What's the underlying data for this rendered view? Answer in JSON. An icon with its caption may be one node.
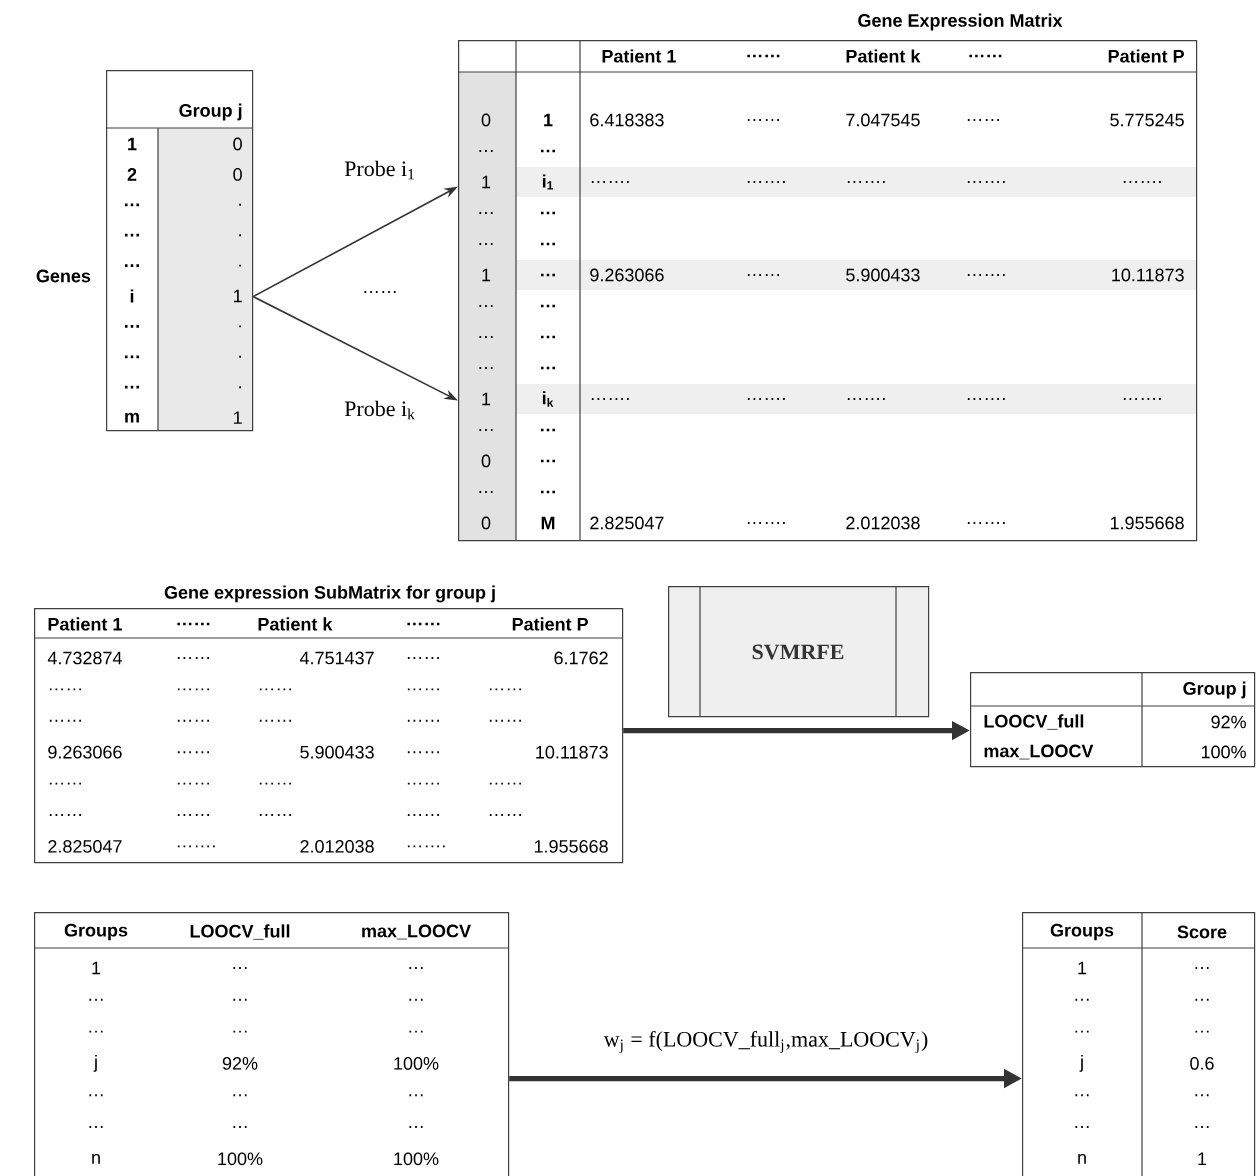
{
  "diagram": {
    "nodes": [
      {
        "text": [
          "Group j",
          "1",
          "0",
          "2",
          "0",
          "…",
          ".",
          "…",
          ".",
          "…",
          ".",
          "i",
          "1",
          "…",
          ".",
          "…",
          ".",
          "…",
          ".",
          "m",
          "1"
        ],
        "beside": [
          "Genes"
        ]
      },
      {
        "text": [
          "Gene Expression Matrix",
          "Patient 1",
          "……",
          "Patient k",
          "……",
          "Patient P",
          "0",
          "1",
          "6.418383",
          "……",
          "7.047545",
          "……",
          "5.775245",
          "…",
          "…",
          "1",
          "i$_{1}$",
          "…….",
          "…….",
          "…….",
          "…….",
          "…….",
          "…",
          "…",
          "…",
          "…",
          "1",
          "…",
          "9.263066",
          "……",
          "5.900433",
          "…….",
          "10.11873",
          "…",
          "…",
          "…",
          "…",
          "…",
          "…",
          "1",
          "i$_{k}$",
          "…….",
          "…….",
          "…….",
          "…….",
          "…….",
          "…",
          "…",
          "0",
          "…",
          "…",
          "…",
          "0",
          "M",
          "2.825047",
          "…….",
          "2.012038",
          "…….",
          "1.955668"
        ]
      },
      {
        "text": [
          "Gene expression SubMatrix for group j",
          "Patient 1",
          "……",
          "Patient k",
          "……",
          "Patient P",
          "4.732874",
          "……",
          "4.751437",
          "……",
          "6.1762",
          "……",
          "……",
          "……",
          "……",
          "……",
          "……",
          "……",
          "……",
          "……",
          "……",
          "9.263066",
          "……",
          "5.900433",
          "……",
          "10.11873",
          "……",
          "……",
          "……",
          "……",
          "……",
          "……",
          "……",
          "……",
          "……",
          "……",
          "2.825047",
          "…….",
          "2.012038",
          "…….",
          "1.955668"
        ]
      },
      {
        "text": [
          "SVMRFE"
        ]
      },
      {
        "text": [
          "Group j",
          "LOOCV_full",
          "92%",
          "max_LOOCV",
          "100%"
        ]
      },
      {
        "text": [
          "Groups",
          "LOOCV_full",
          "max_LOOCV",
          "1",
          "…",
          "…",
          "…",
          "…",
          "…",
          "…",
          "…",
          "…",
          "j",
          "92%",
          "100%",
          "…",
          "…",
          "…",
          "…",
          "…",
          "…",
          "n",
          "100%",
          "100%"
        ]
      },
      {
        "text": [
          "Groups",
          "Score",
          "1",
          "…",
          "…",
          "…",
          "…",
          "…",
          "j",
          "0.6",
          "…",
          "…",
          "…",
          "…",
          "n",
          "1"
        ]
      }
    ],
    "edges": [
      {
        "from": 0,
        "to": 1,
        "arrow": "to",
        "label": "Probe i$_{1}$"
      },
      {
        "from": 0,
        "to": 1,
        "arrow": "to",
        "label": "Probe i$_{k}$"
      },
      {
        "from": 2,
        "to": 4,
        "arrow": "to",
        "style": "thick"
      },
      {
        "from": 5,
        "to": 6,
        "arrow": "to",
        "style": "thick",
        "label": "w$_{j}$ = f(LOOCV_full$_{j}$,max_LOOCV$_{j}$)"
      }
    ],
    "labels": [
      "……"
    ]
  }
}
